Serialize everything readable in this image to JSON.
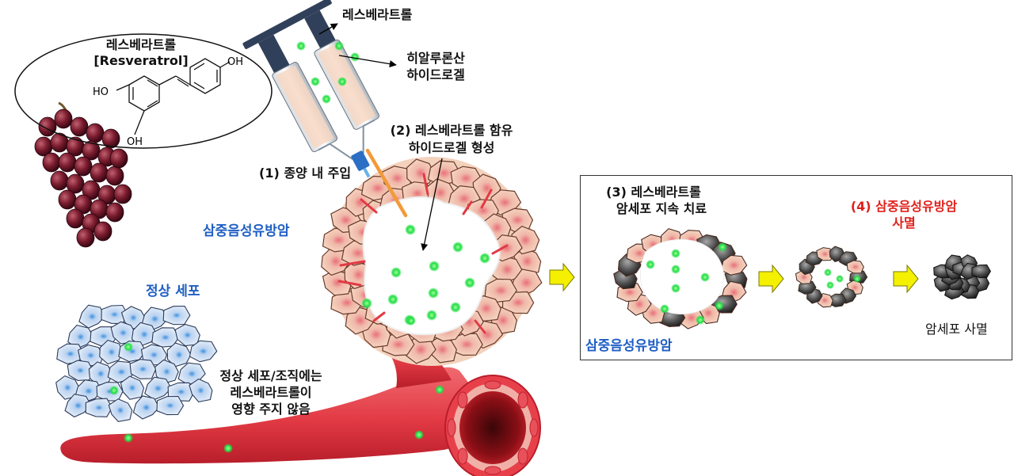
{
  "labels": {
    "resveratrol_title_ko": "레스베라트롤",
    "resveratrol_title_en": "[Resveratrol]",
    "syringe_resveratrol": "레스베라트롤",
    "syringe_hydrogel_line1": "히알루론산",
    "syringe_hydrogel_line2": "하이드로겔",
    "step2_line1": "(2) 레스베라트롤 함유",
    "step2_line2": "하이드로겔 형성",
    "step1": "(1) 종양 내 주입",
    "tnbc_main": "삼중음성유방암",
    "normal_cell": "정상 세포",
    "normal_note_line1": "정상 세포/조직에는",
    "normal_note_line2": "레스베라트롤이",
    "normal_note_line3": "영향 주지 않음",
    "step3_line1": "(3) 레스베라트롤",
    "step3_line2": "암세포 지속 치료",
    "step4_line1": "(4) 삼중음성유방암",
    "step4_line2": "사멸",
    "tnbc_panel": "삼중음성유방암",
    "cell_death": "암세포 사멸"
  },
  "molecule": {
    "oh_top": "OH",
    "oh_left": "HO",
    "oh_bottom": "OH"
  },
  "colors": {
    "tnbc_label": "#1f5fc4",
    "death_label": "#e0201a",
    "blood_vessel": "#e8404a",
    "tumor_cell": "#f2c9b4",
    "hydrogel_dot": "#2ee84a",
    "normal_cell": "#dde6f3",
    "arrow_yellow": "#f4f000"
  }
}
